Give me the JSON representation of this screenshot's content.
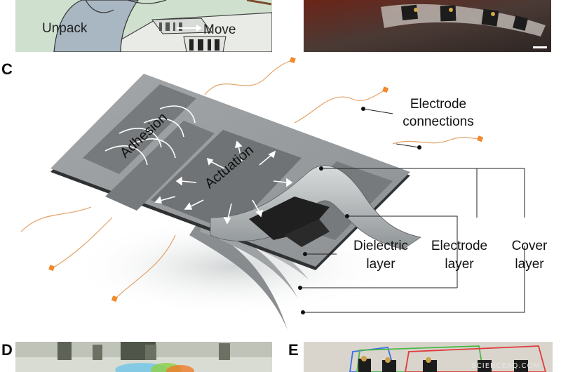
{
  "panels": {
    "a": {
      "unpack_label": "Unpack",
      "move_label": "Move"
    },
    "c": {
      "letter": "C",
      "adhesion_label": "Adhesion",
      "actuation_label": "Actuation",
      "electrode_connections_line1": "Electrode",
      "electrode_connections_line2": "connections",
      "dielectric_line1": "Dielectric",
      "dielectric_line2": "layer",
      "electrode_line1": "Electrode",
      "electrode_line2": "layer",
      "cover_line1": "Cover",
      "cover_line2": "layer"
    },
    "d": {
      "letter": "D"
    },
    "e": {
      "letter": "E"
    }
  },
  "watermark": "SCIENCEAQ.COM",
  "colors": {
    "sheet_gray": "#9a9ea0",
    "electrode_dark": "#6f7375",
    "wire_orange": "#e3a367",
    "pad_orange": "#f08a2c"
  }
}
